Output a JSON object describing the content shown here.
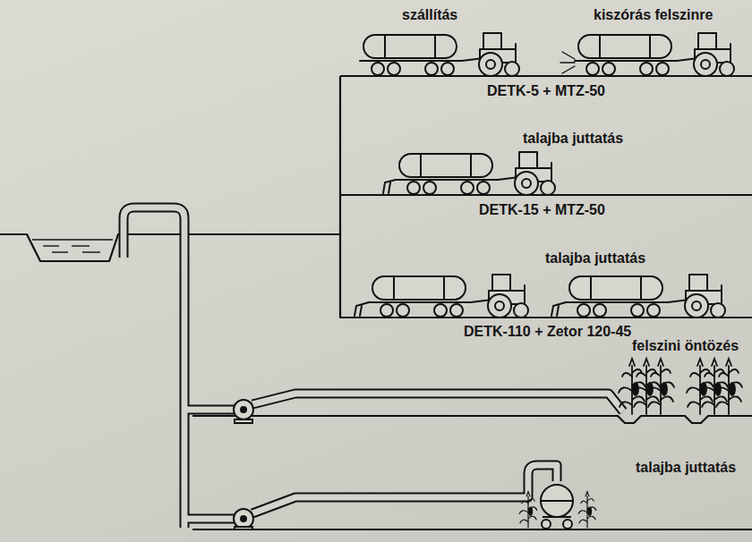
{
  "diagram": {
    "labels": [
      "szállítás",
      "kiszórás felszinre",
      "DETK-5 + MTZ-50",
      "talajba juttatás",
      "DETK-15 + MTZ-50",
      "talajba juttatás",
      "DETK-110 + Zetor 120-45",
      "felszini öntözés",
      "talajba juttatás"
    ]
  }
}
